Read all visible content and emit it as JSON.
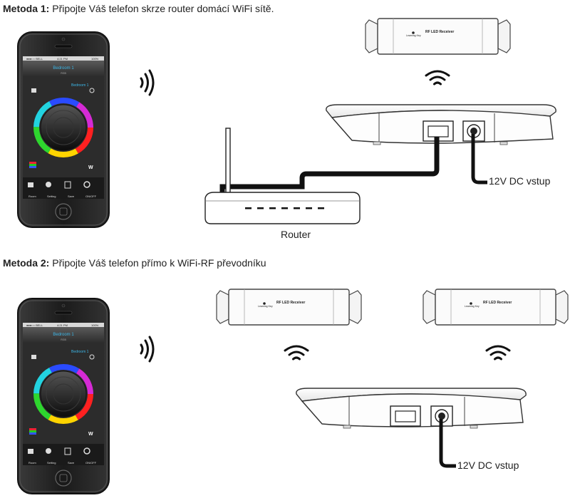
{
  "method1": {
    "bold": "Metoda 1:",
    "text": " Připojte Váš telefon skrze router domácí WiFi sítě.",
    "router_label": "Router",
    "dc_label": "12V DC vstup"
  },
  "method2": {
    "bold": "Metoda 2:",
    "text": " Připojte Váš telefon přímo k WiFi-RF převodníku",
    "dc_label": "12V DC vstup"
  },
  "receiver": {
    "title": "RF LED Receiver",
    "key_label": "Learning Key"
  },
  "phone": {
    "carrier": "BELL",
    "time": "4:21 PM",
    "battery": "100%",
    "room_title": "Bedroom 1",
    "room_sub": "RGB",
    "tabs": [
      "Room",
      "Setting",
      "Save",
      "ON/OFF"
    ],
    "w_label": "W"
  }
}
